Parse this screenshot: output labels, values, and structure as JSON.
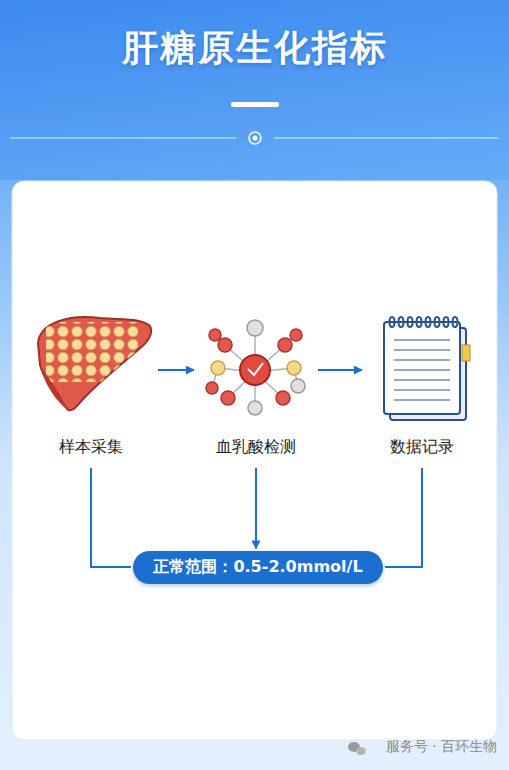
{
  "diagram": {
    "title": "肝糖原生化指标",
    "nodes": [
      {
        "text": [
          "样本采集"
        ]
      },
      {
        "text": [
          "血乳酸检测"
        ]
      },
      {
        "text": [
          "数据记录"
        ]
      },
      {
        "text": [
          "正常范围：0.5-2.0mmol/L"
        ]
      }
    ],
    "edges": [
      {
        "from": 0,
        "to": 1,
        "arrow": "to"
      },
      {
        "from": 1,
        "to": 2,
        "arrow": "to"
      },
      {
        "from": 0,
        "to": 3,
        "arrow": "none"
      },
      {
        "from": 1,
        "to": 3,
        "arrow": "to"
      },
      {
        "from": 2,
        "to": 3,
        "arrow": "none"
      }
    ],
    "labels": [
      "服务号 · 百环生物"
    ]
  }
}
